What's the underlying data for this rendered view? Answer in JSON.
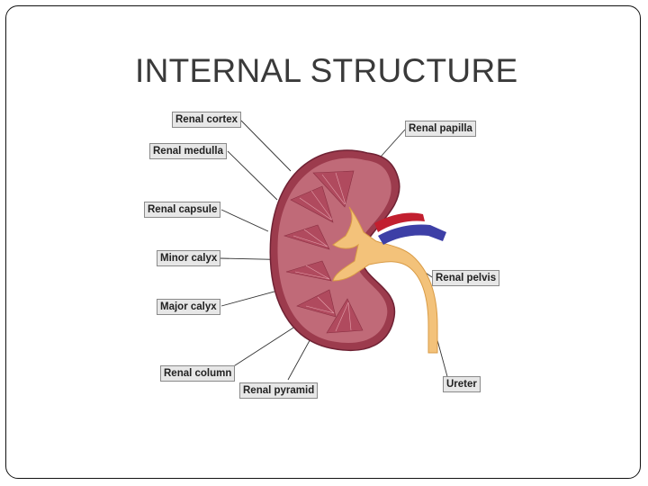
{
  "slide": {
    "title": "INTERNAL STRUCTURE"
  },
  "diagram": {
    "labels": {
      "renal_cortex": "Renal cortex",
      "renal_medulla": "Renal medulla",
      "renal_capsule": "Renal capsule",
      "minor_calyx": "Minor calyx",
      "major_calyx": "Major calyx",
      "renal_column": "Renal column",
      "renal_pyramid": "Renal pyramid",
      "renal_papilla": "Renal papilla",
      "renal_pelvis": "Renal pelvis",
      "ureter": "Ureter"
    },
    "colors": {
      "capsule": "#9c3b4d",
      "cortex": "#c06a78",
      "medulla": "#b04a5e",
      "pelvis": "#f3c27a",
      "vein": "#3d3fa6",
      "artery": "#c21f2f"
    }
  }
}
